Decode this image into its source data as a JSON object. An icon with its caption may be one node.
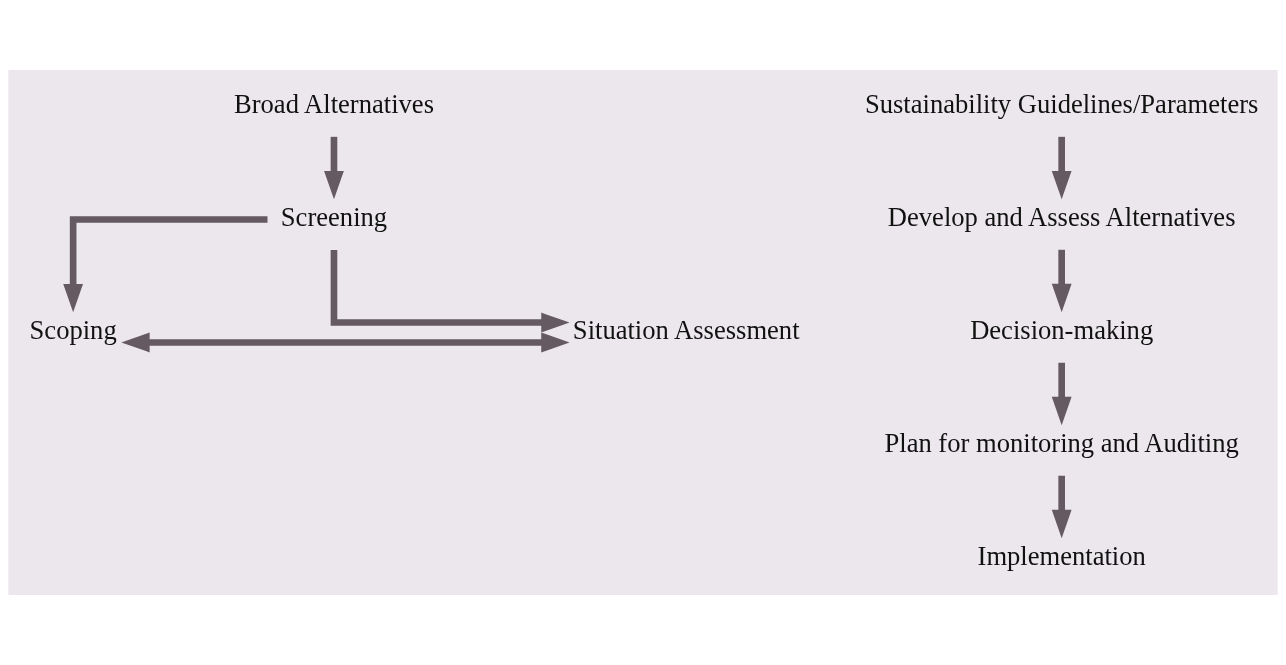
{
  "diagram": {
    "nodes": [
      {
        "text": [
          "Broad Alternatives"
        ]
      },
      {
        "text": [
          "Screening"
        ]
      },
      {
        "text": [
          "Scoping"
        ]
      },
      {
        "text": [
          "Sustainability Guidelines/Parameters"
        ]
      },
      {
        "text": [
          "Situation Assessment"
        ]
      },
      {
        "text": [
          "Develop and Assess Alternatives"
        ]
      },
      {
        "text": [
          "Decision-making"
        ]
      },
      {
        "text": [
          "Plan for monitoring and Auditing"
        ]
      },
      {
        "text": [
          "Implementation"
        ]
      }
    ],
    "edges": [
      {
        "from": 0,
        "to": 1,
        "arrow": "to"
      },
      {
        "from": 1,
        "to": 2,
        "arrow": "to"
      },
      {
        "from": 1,
        "to": 4,
        "arrow": "to"
      },
      {
        "from": 2,
        "to": 4,
        "arrow": "both"
      },
      {
        "from": 3,
        "to": 5,
        "arrow": "to"
      },
      {
        "from": 5,
        "to": 6,
        "arrow": "to"
      },
      {
        "from": 6,
        "to": 7,
        "arrow": "to"
      },
      {
        "from": 7,
        "to": 8,
        "arrow": "to"
      }
    ]
  }
}
